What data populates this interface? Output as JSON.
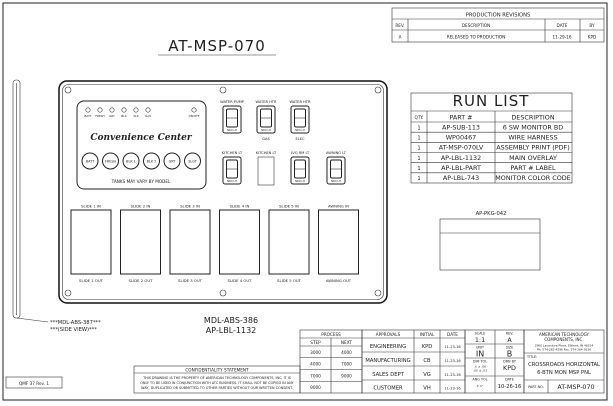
{
  "drawing": {
    "title": "AT-MSP-070",
    "part_label_1": "MDL-ABS-386",
    "part_label_2": "AP-LBL-1132",
    "side_view_1": "***MDL-ABS-387***",
    "side_view_2": "***(SIDE VIEW)***",
    "form_rev": "QMF 37 Rev. 1",
    "pkg_label": "AP-PKG-042"
  },
  "revisions": {
    "title": "PRODUCTION REVISIONS",
    "headers": [
      "REV.",
      "DESCRIPTION",
      "DATE",
      "BY"
    ],
    "rows": [
      [
        "A",
        "RELEASED TO PRODUCTION",
        "11-29-16",
        "KPD"
      ]
    ]
  },
  "run_list": {
    "title": "RUN LIST",
    "headers": [
      "QTY.",
      "PART #",
      "DESCRIPTION"
    ],
    "rows": [
      [
        "1",
        "AP-SUB-113",
        "6 SW MONITOR BD"
      ],
      [
        "1",
        "WP00467",
        "WIRE HARNESS"
      ],
      [
        "1",
        "AT-MSP-070LV",
        "ASSEMBLY PRINT (PDF)"
      ],
      [
        "1",
        "AP-LBL-1132",
        "MAIN OVERLAY"
      ],
      [
        "1",
        "AP-LBL-PART",
        "PART # LABEL"
      ],
      [
        "1",
        "AP-LBL-743",
        "MONITOR COLOR CODE"
      ]
    ]
  },
  "panel": {
    "brand": "Convenience Center",
    "tank_note": "TANKS MAY VARY BY MODEL",
    "indicator_labels": [
      "BATT",
      "FRESH",
      "GRY",
      "BLK",
      "SLK",
      "GAS",
      "ON/OFF"
    ],
    "buttons": [
      "BATT",
      "FRESH",
      "BLK 1",
      "BLK 2",
      "GRY",
      "SLGT"
    ],
    "switches": [
      {
        "top": "WATER PUMP",
        "bottom": ""
      },
      {
        "top": "WATER HTR",
        "bottom": "GAS"
      },
      {
        "top": "WATER HTR",
        "bottom": "ELEC"
      },
      {
        "top": "KITCHEN LT",
        "bottom": ""
      },
      {
        "top": "KITCHEN LT",
        "bottom": ""
      },
      {
        "top": "LVG RM LT",
        "bottom": ""
      },
      {
        "top": "AWNING LT",
        "bottom": ""
      }
    ],
    "slides": [
      {
        "top": "SLIDE 1 IN",
        "bottom": "SLIDE 1 OUT"
      },
      {
        "top": "SLIDE 2 IN",
        "bottom": "SLIDE 2 OUT"
      },
      {
        "top": "SLIDE 3 IN",
        "bottom": "SLIDE 3 OUT"
      },
      {
        "top": "SLIDE 4 IN",
        "bottom": "SLIDE 4 OUT"
      },
      {
        "top": "SLIDE 5 IN",
        "bottom": "SLIDE 5 OUT"
      },
      {
        "top": "AWNING IN",
        "bottom": "AWNING OUT"
      }
    ]
  },
  "process": {
    "title": "PROCESS",
    "headers": [
      "STEP",
      "NEXT"
    ],
    "rows": [
      [
        "3000",
        "4000"
      ],
      [
        "4000",
        "7000"
      ],
      [
        "7000",
        "9000"
      ],
      [
        "9000",
        ""
      ]
    ]
  },
  "approvals": {
    "headers": [
      "APPROVALS",
      "INITIAL",
      "DATE"
    ],
    "rows": [
      [
        "ENGINEERING",
        "KPD",
        "11-23-16"
      ],
      [
        "MANUFACTURING",
        "CB",
        "11-23-16"
      ],
      [
        "SALES DEPT",
        "VG",
        "11-23-16"
      ],
      [
        "CUSTOMER",
        "VH",
        "11-23-16"
      ]
    ]
  },
  "title_block": {
    "scale_label": "SCALE",
    "scale": "1:1",
    "rev_label": "REV.",
    "rev": "A",
    "unit_label": "UNIT",
    "unit": "IN",
    "size_label": "SIZE",
    "size": "B",
    "dim_tol": "DIM TOL",
    "drawn_by_label": "DRN BY",
    "drawn_by": "KPD",
    "ang_tol": "ANG TOL",
    "date_label": "DATE",
    "date": "10-26-16",
    "company": "AMERICAN TECHNOLOGY COMPONENTS, INC.",
    "address": "2900 Lavanture Place, Elkhart, IN 46514",
    "phone": "Ph: 574-262-4296  Fax: 574-264-9136",
    "title_label": "TITLE:",
    "title_line1": "CROSSROADS HORIZONTAL",
    "title_line2": "6-BTN MON MSP PNL",
    "part_no_label": "PART NO.",
    "part_no": "AT-MSP-070"
  },
  "confidentiality": {
    "title": "CONFIDENTIALITY STATEMENT",
    "line1": "THIS DRAWING IS THE PROPERTY OF AMERICAN TECHNOLOGY COMPONENTS, INC. IT IS",
    "line2": "ONLY TO BE USED IN CONJUNCTION WITH ATC BUSINESS. IT SHALL NOT BE COPIED IN ANY",
    "line3": "WAY, DUPLICATED OR SUBMITTED TO OTHER PARTIES WITHOUT OUR WRITTEN CONSENT."
  }
}
